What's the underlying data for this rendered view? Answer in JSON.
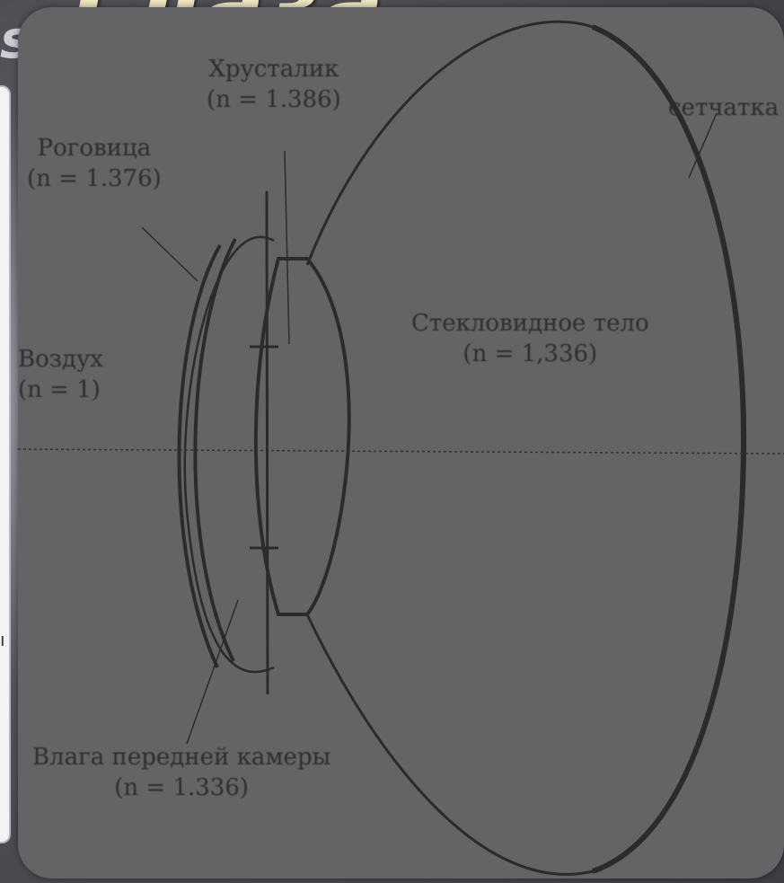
{
  "slide": {
    "title": "Глаза",
    "subtitle": "s",
    "left_glyph": "ı"
  },
  "diagram": {
    "labels": {
      "lens": {
        "name": "Хрусталик",
        "index": "(n = 1.386)"
      },
      "retina": {
        "name": "сетчатка"
      },
      "cornea": {
        "name": "Роговица",
        "index": "(n = 1.376)"
      },
      "air": {
        "name": "Воздух",
        "index": "(n = 1)"
      },
      "vitreous": {
        "name": "Стекловидное тело",
        "index": "(n = 1,336)"
      },
      "aqueous": {
        "name": "Влага передней камеры",
        "index": "(n = 1.336)"
      }
    },
    "colors": {
      "panel": "#646466",
      "line": "#2b2b2b",
      "text": "#2e2e2e",
      "title": "#efe6c0"
    }
  }
}
